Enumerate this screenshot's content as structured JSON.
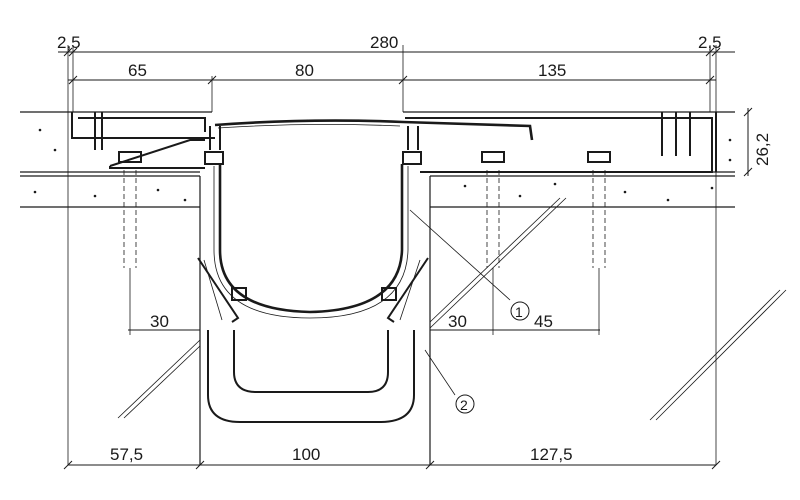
{
  "dimensions": {
    "top_overall": "280",
    "top_left_edge": "2,5",
    "top_right_edge": "2,5",
    "segment_left": "65",
    "segment_middle": "80",
    "segment_right": "135",
    "side_height": "26,2",
    "inner_left": "30",
    "inner_right": "30",
    "inner_right_extra": "45",
    "bottom_left": "57,5",
    "bottom_middle": "100",
    "bottom_right": "127,5"
  },
  "callouts": {
    "item_1": "1",
    "item_2": "2"
  }
}
